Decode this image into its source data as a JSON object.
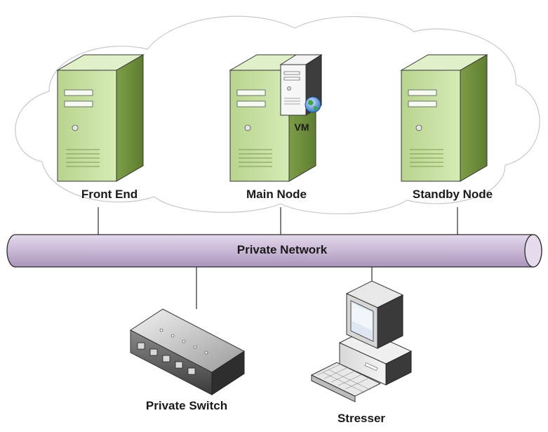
{
  "diagram": {
    "nodes": {
      "front_end": "Front End",
      "main_node": "Main Node",
      "vm": "VM",
      "standby_node": "Standby Node",
      "private_network": "Private Network",
      "private_switch": "Private Switch",
      "stresser": "Stresser"
    },
    "colors": {
      "server_body": "#c6dfa0",
      "server_dark": "#6f8f3f",
      "server_top": "#dcefc2",
      "network_pipe": "#c9b8d6",
      "network_stroke": "#2b2b2b",
      "cloud_stroke": "#c8c8c8",
      "connector": "#2b2b2b"
    },
    "icons": [
      "server-icon",
      "vm-server-icon",
      "globe-icon",
      "network-switch-icon",
      "desktop-computer-icon",
      "keyboard-icon",
      "cloud-shape"
    ]
  }
}
